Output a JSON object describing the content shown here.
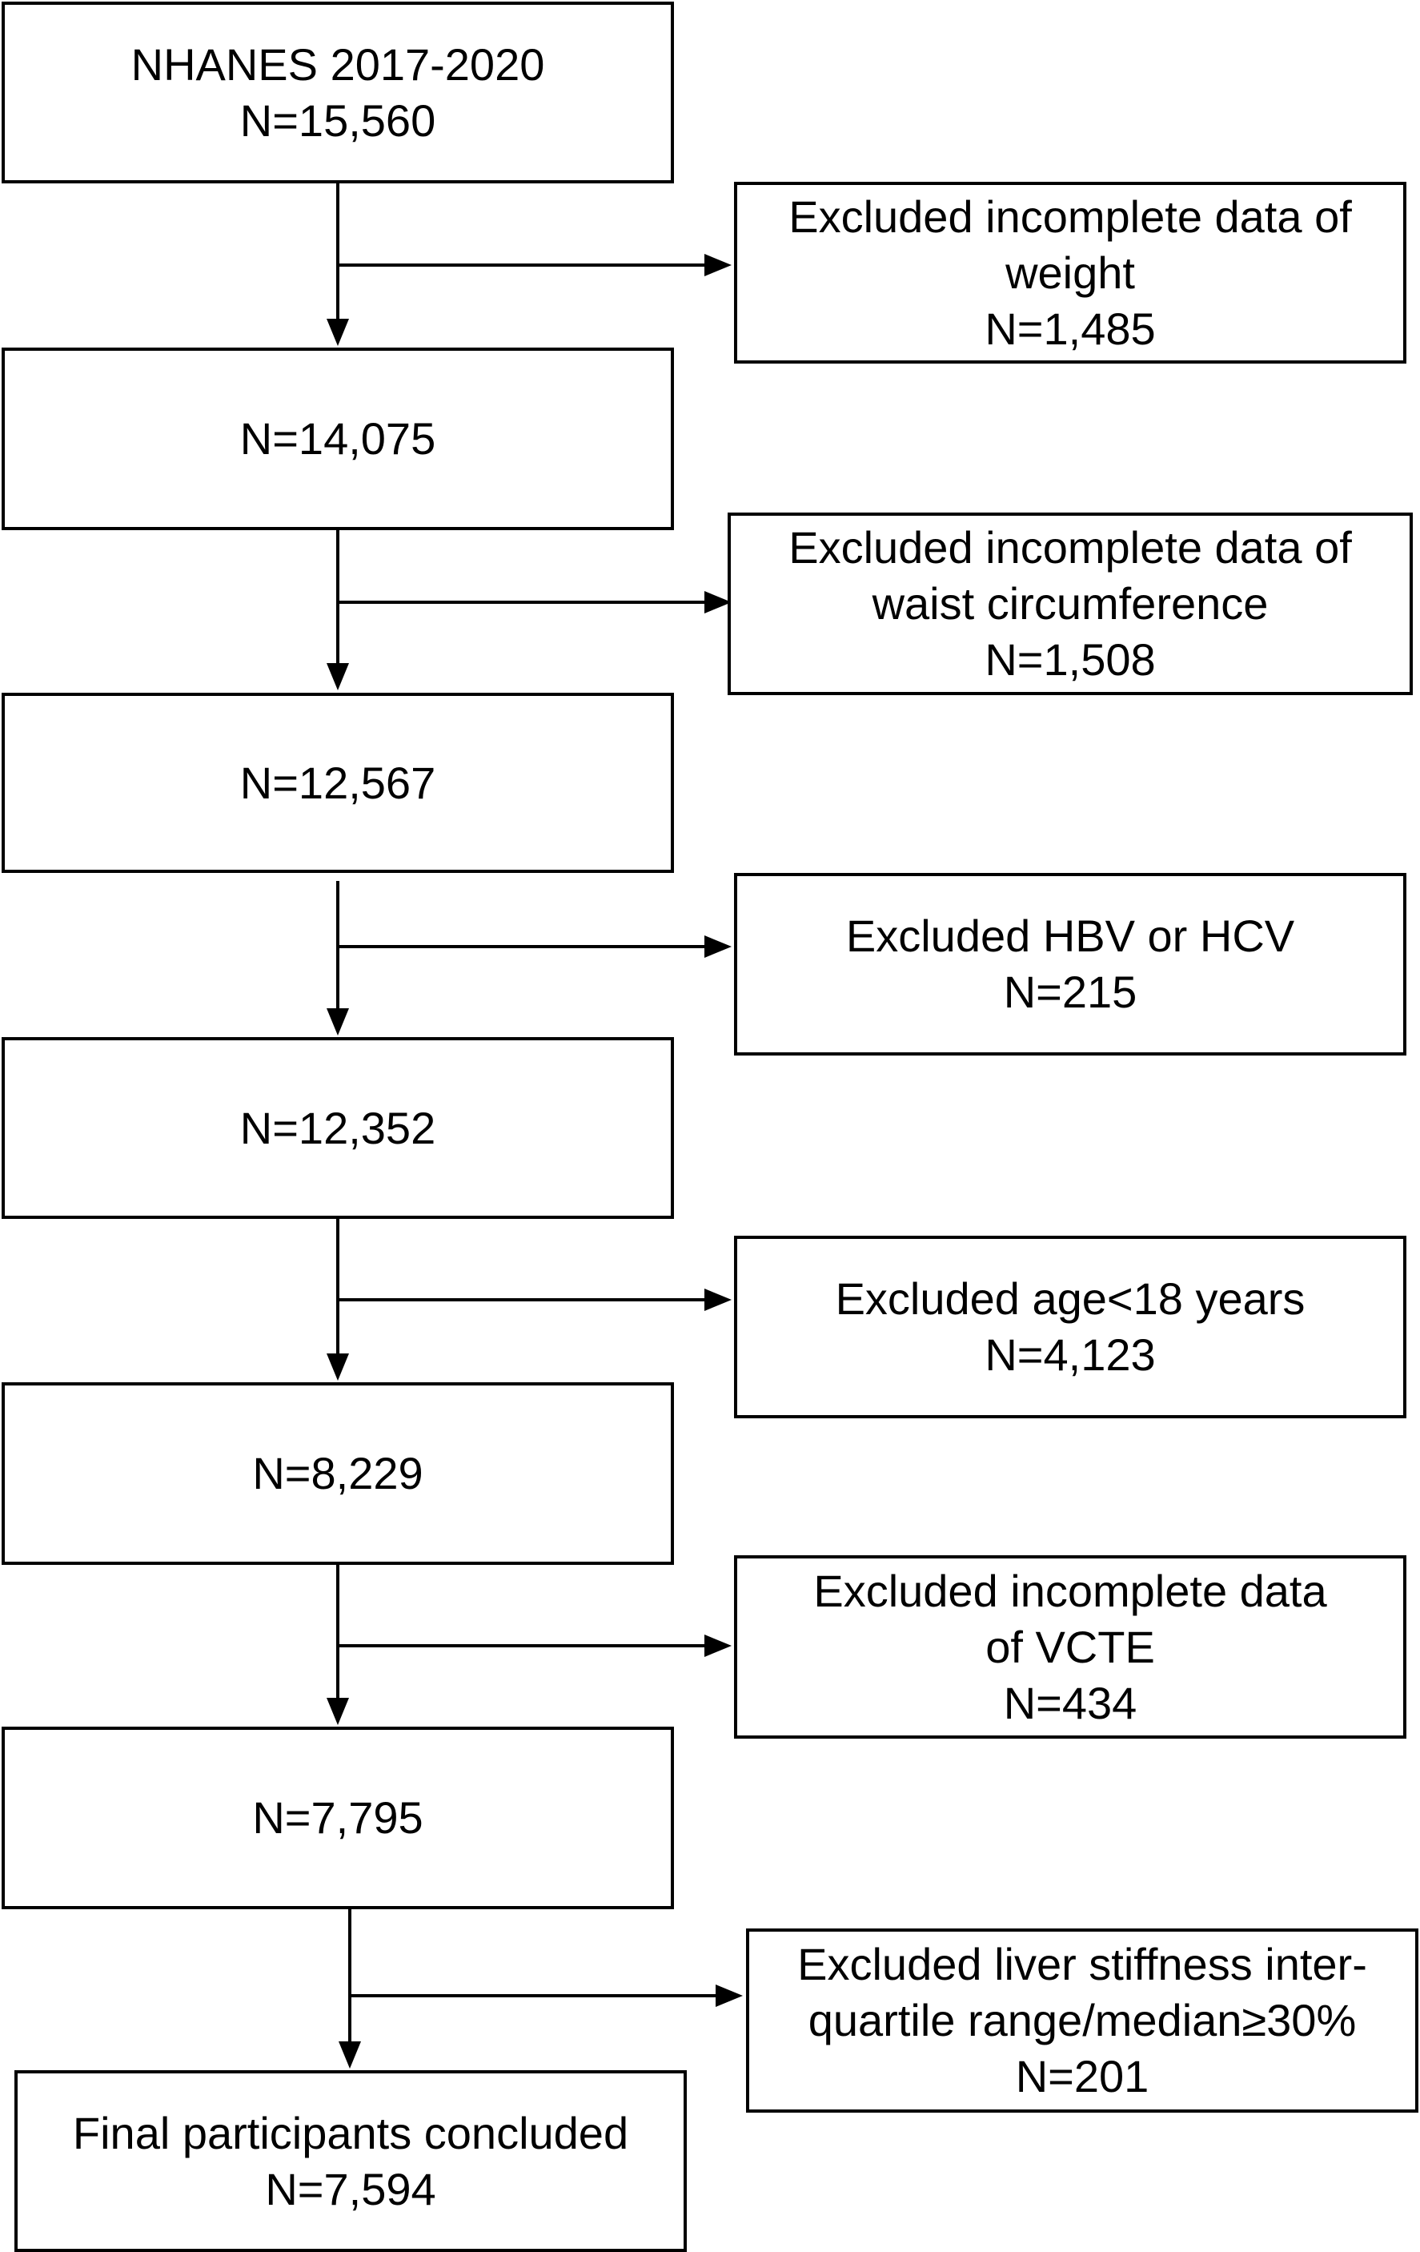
{
  "flowchart": {
    "main_steps": [
      {
        "lines": [
          "NHANES 2017-2020",
          "N=15,560"
        ]
      },
      {
        "lines": [
          "N=14,075"
        ]
      },
      {
        "lines": [
          "N=12,567"
        ]
      },
      {
        "lines": [
          "N=12,352"
        ]
      },
      {
        "lines": [
          "N=8,229"
        ]
      },
      {
        "lines": [
          "N=7,795"
        ]
      },
      {
        "lines": [
          "Final participants concluded",
          "N=7,594"
        ]
      }
    ],
    "exclusions": [
      {
        "lines": [
          "Excluded incomplete data of",
          "weight",
          "N=1,485"
        ]
      },
      {
        "lines": [
          "Excluded incomplete data of",
          "waist circumference",
          "N=1,508"
        ]
      },
      {
        "lines": [
          "Excluded HBV or HCV",
          "N=215"
        ]
      },
      {
        "lines": [
          "Excluded age<18 years",
          "N=4,123"
        ]
      },
      {
        "lines": [
          "Excluded incomplete data",
          "of VCTE",
          "N=434"
        ]
      },
      {
        "lines": [
          "Excluded liver stiffness inter-",
          "quartile range/median≥30%",
          "N=201"
        ]
      }
    ]
  }
}
